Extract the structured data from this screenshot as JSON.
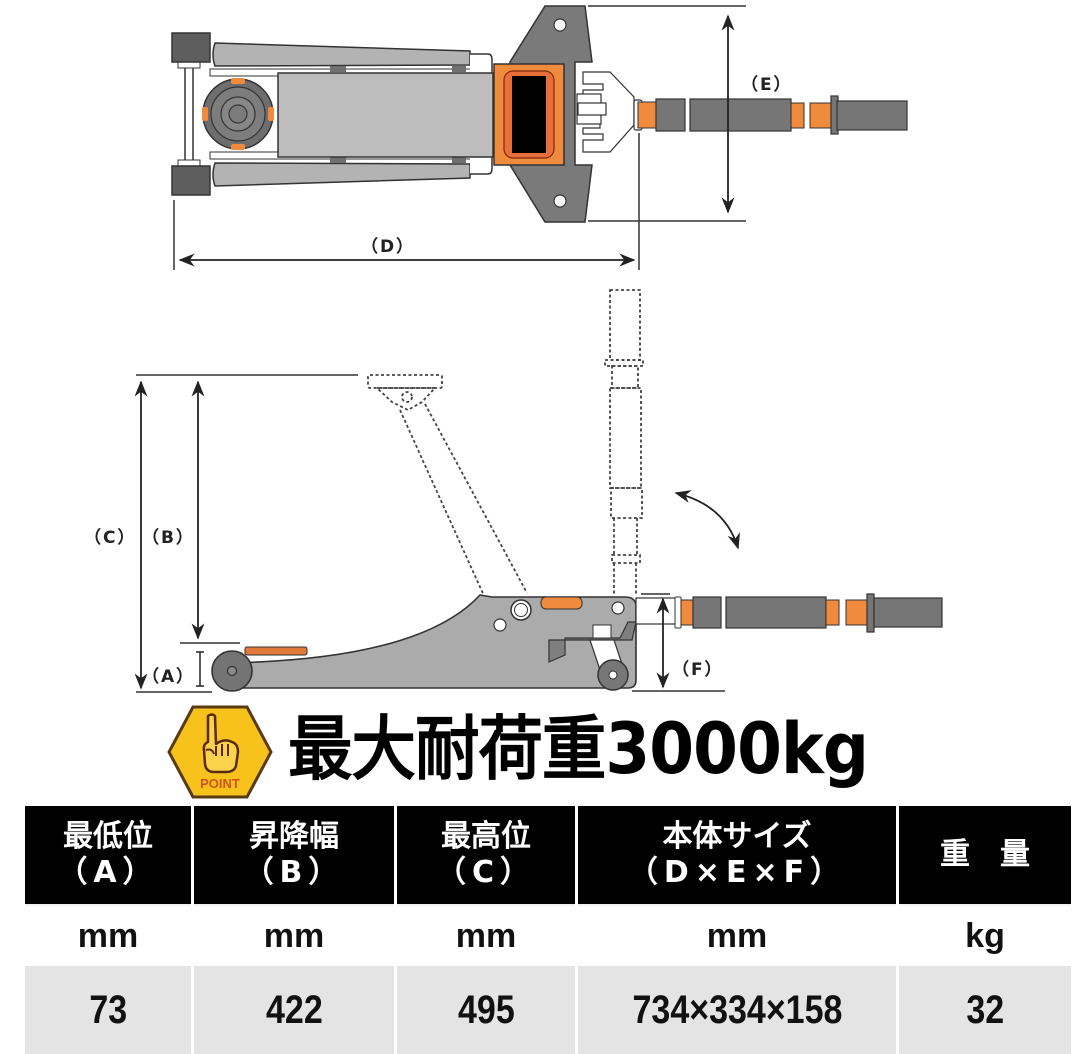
{
  "diagram": {
    "top_view": {
      "dim_width_label": "（D）",
      "dim_depth_label": "（E）"
    },
    "side_view": {
      "dim_min_height_label": "（A）",
      "dim_lift_range_label": "（B）",
      "dim_max_height_label": "（C）",
      "dim_body_height_label": "（F）"
    },
    "colors": {
      "body_gray": "#a9a9a9",
      "dark_gray": "#6f6f6f",
      "accent_orange": "#f08a3c",
      "outline": "#2b2b2b",
      "badge_yellow": "#f7c21b"
    }
  },
  "headline": {
    "badge_text": "POINT",
    "badge_icon": "pointing-hand-icon",
    "title": "最大耐荷重3000kg"
  },
  "spec_table": {
    "columns": [
      {
        "header": "最低位",
        "sub": "（A）",
        "unit": "mm",
        "value": "73"
      },
      {
        "header": "昇降幅",
        "sub": "（B）",
        "unit": "mm",
        "value": "422"
      },
      {
        "header": "最高位",
        "sub": "（C）",
        "unit": "mm",
        "value": "495"
      },
      {
        "header": "本体サイズ",
        "sub": "（D×E×F）",
        "unit": "mm",
        "value": "734×334×158"
      },
      {
        "header": "重　量",
        "sub": "",
        "unit": "kg",
        "value": "32"
      }
    ]
  }
}
